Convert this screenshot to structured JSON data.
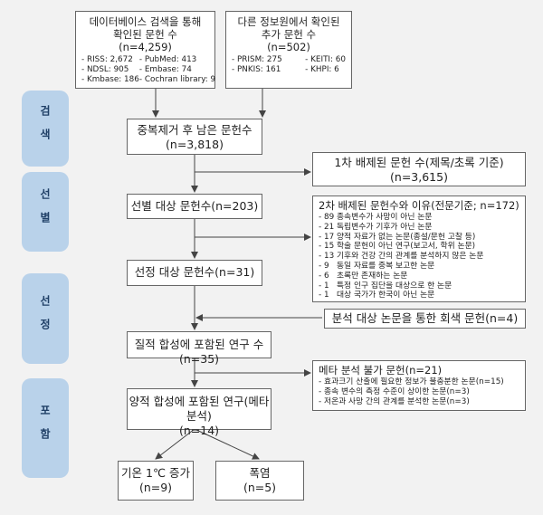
{
  "stages": [
    "검색",
    "선별",
    "선정",
    "포함"
  ],
  "db": {
    "title1": "데이터베이스 검색을 통해",
    "title2": "확인된 문헌 수",
    "count": "(n=4,259)",
    "left": [
      "- RISS: 2,672",
      "- NDSL: 905",
      "- Kmbase: 186"
    ],
    "right": [
      "- PubMed: 413",
      "- Embase: 74",
      "- Cochran library: 9"
    ]
  },
  "other": {
    "title1": "다른 정보원에서 확인된",
    "title2": "추가 문헌 수",
    "count": "(n=502)",
    "left": [
      "- PRISM: 275",
      "- PNKIS: 161"
    ],
    "right": [
      "- KEITI: 60",
      "- KHPI: 6"
    ]
  },
  "dedup": {
    "line1": "중복제거 후 남은 문헌수",
    "line2": "(n=3,818)"
  },
  "excl1": {
    "line1": "1차 배제된 문헌 수(제목/초록 기준)",
    "line2": "(n=3,615)"
  },
  "screen": {
    "label": "선별 대상 문헌수(n=203)"
  },
  "excl2": {
    "title": "2차 배제된 문헌수와 이유(전문기준; n=172)",
    "items": [
      "- 89 종속변수가 사망이 아닌 논문",
      "- 21 독립변수가 기후가 아닌 논문",
      "- 17 양적 자료가 없는 논문(종설/문헌 고찰 등)",
      "- 15 학술 문헌이 아닌 연구(보고서, 학위 논문)",
      "- 13 기후와 건강 간의 관계를 분석하지 않은 논문",
      "- 9   동일 자료를 중복 보고한 논문",
      "- 6   초록만 존재하는 논문",
      "- 1   특정 인구 집단을 대상으로 한 논문",
      "- 1   대상 국가가 한국이 아닌 논문"
    ]
  },
  "selected": {
    "label": "선정 대상 문헌수(n=31)"
  },
  "backward": {
    "label": "분석 대상 논문을 통한 회색 문헌(n=4)"
  },
  "qual": {
    "label": "질적 합성에 포함된 연구 수(n=35)"
  },
  "meta_na": {
    "title": "메타 분석 불가 문헌(n=21)",
    "items": [
      "- 효과크기 산출에 필요한 정보가 불충분한 논문(n=15)",
      "- 종속 변수의 측정 수준이 상이한 논문(n=3)",
      "- 저온과 사망 간의 관계를 분석한 논문(n=3)"
    ]
  },
  "quant": {
    "line1": "양적 합성에 포함된 연구(메타분석)",
    "line2": "(n=14)"
  },
  "temp": {
    "line1": "기온 1℃ 증가",
    "line2": "(n=9)"
  },
  "heat": {
    "line1": "폭염",
    "line2": "(n=5)"
  }
}
